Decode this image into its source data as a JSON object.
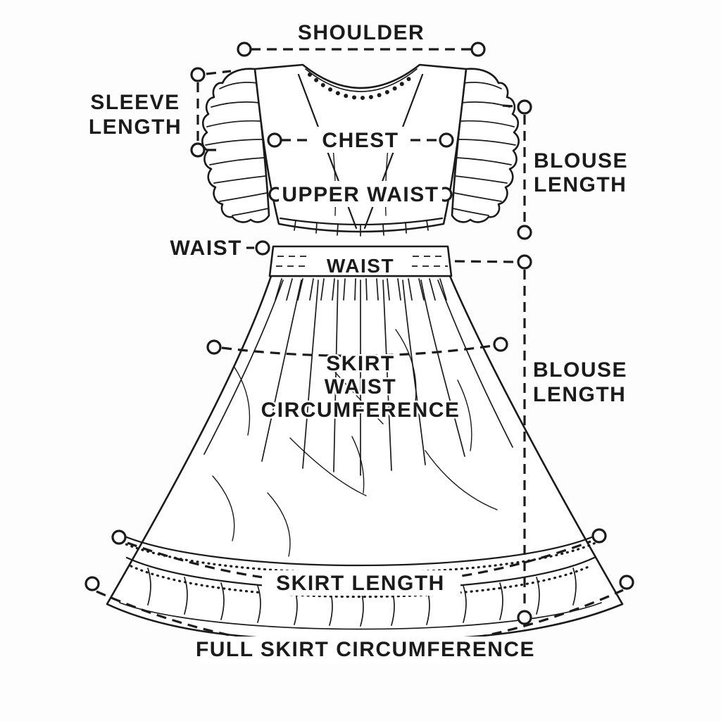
{
  "colors": {
    "ink": "#1b1b1b",
    "background": "#fdfdfd"
  },
  "labels": {
    "shoulder": "SHOULDER",
    "sleeve_length": [
      "SLEEVE",
      "LENGTH"
    ],
    "chest": "CHEST",
    "upper_waist": "UPPER WAIST",
    "blouse_length_upper": [
      "BLOUSE",
      "LENGTH"
    ],
    "waist_side": "WAIST",
    "waistband": "WAIST",
    "skirt_waist_circumference": [
      "SKIRT",
      "WAIST",
      "CIRCUMFERENCE"
    ],
    "blouse_length_lower": [
      "BLOUSE",
      "LENGTH"
    ],
    "skirt_length": "SKIRT LENGTH",
    "full_skirt_circumference": "FULL SKIRT CIRCUMFERENCE"
  }
}
